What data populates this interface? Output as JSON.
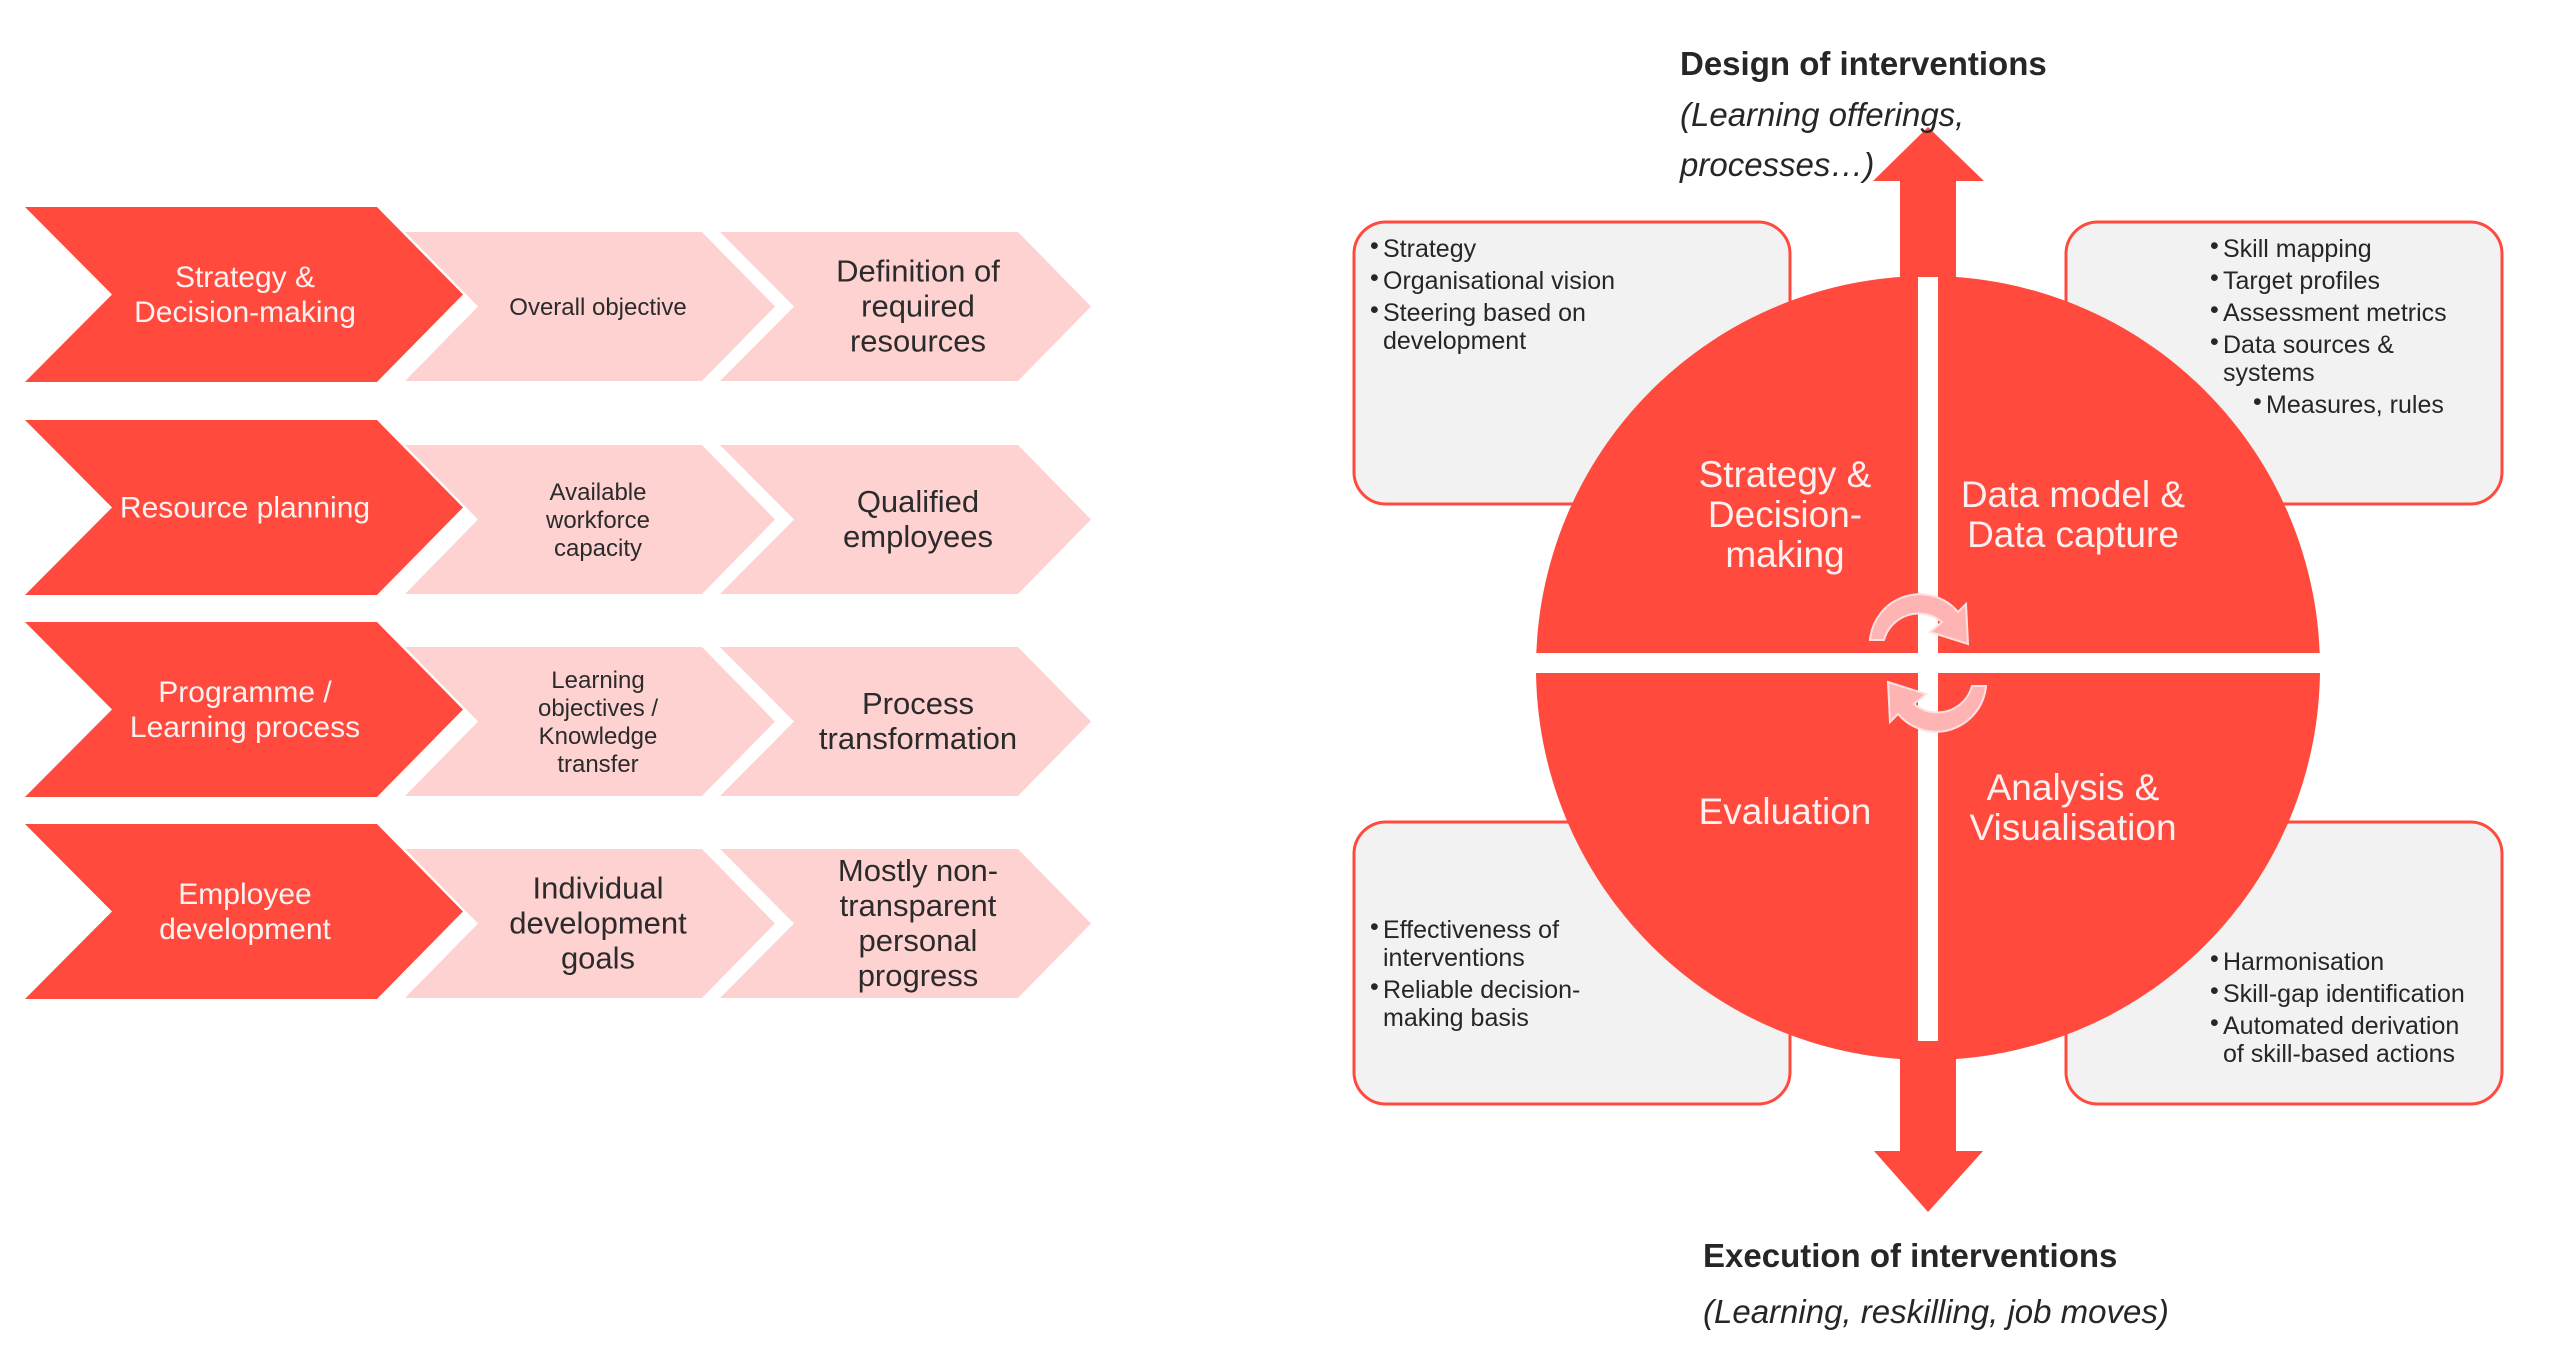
{
  "colors": {
    "accent_red": "#ff4a3d",
    "light_pink": "#ffd2d2",
    "cycle_arrow": "#ffb4b4",
    "box_fill": "#f2f2f2",
    "text_dark": "#262626",
    "text_light": "#fdf2f2"
  },
  "process_rows": [
    {
      "category": [
        "Strategy &",
        "Decision-making"
      ],
      "step1": {
        "lines": [
          "Overall objective"
        ],
        "size": "small"
      },
      "step2": {
        "lines": [
          "Definition of",
          "required",
          "resources"
        ],
        "size": "large"
      }
    },
    {
      "category": [
        "Resource planning"
      ],
      "step1": {
        "lines": [
          "Available",
          "workforce",
          "capacity"
        ],
        "size": "small"
      },
      "step2": {
        "lines": [
          "Qualified",
          "employees"
        ],
        "size": "large"
      }
    },
    {
      "category": [
        "Programme /",
        "Learning process"
      ],
      "step1": {
        "lines": [
          "Learning",
          "objectives /",
          "Knowledge",
          "transfer"
        ],
        "size": "small"
      },
      "step2": {
        "lines": [
          "Process",
          "transformation"
        ],
        "size": "large"
      }
    },
    {
      "category": [
        "Employee",
        "development"
      ],
      "step1": {
        "lines": [
          "Individual",
          "development",
          "goals"
        ],
        "size": "large"
      },
      "step2": {
        "lines": [
          "Mostly non-",
          "transparent",
          "personal",
          "progress"
        ],
        "size": "large"
      }
    }
  ],
  "cycle": {
    "top_label": {
      "title": "Design of interventions",
      "subtitle_lines": [
        "(Learning offerings,",
        "processes…)"
      ]
    },
    "bottom_label": {
      "title": "Execution of interventions",
      "subtitle_lines": [
        "(Learning, reskilling, job moves)"
      ]
    },
    "quadrants": {
      "top_left": [
        "Strategy &",
        "Decision-",
        "making"
      ],
      "top_right": [
        "Data model &",
        "Data capture"
      ],
      "bottom_left": [
        "Evaluation"
      ],
      "bottom_right": [
        "Analysis &",
        "Visualisation"
      ]
    },
    "boxes": {
      "top_left": [
        {
          "text": "Strategy",
          "level": 1
        },
        {
          "text": "Organisational vision",
          "level": 1
        },
        {
          "text": "Steering based on",
          "level": 1
        },
        {
          "text": "development",
          "level": 1,
          "continuation": true
        }
      ],
      "top_right": [
        {
          "text": "Skill mapping",
          "level": 1
        },
        {
          "text": "Target profiles",
          "level": 1
        },
        {
          "text": "Assessment metrics",
          "level": 1
        },
        {
          "text": "Data sources &",
          "level": 1
        },
        {
          "text": "systems",
          "level": 1,
          "continuation": true
        },
        {
          "text": "Measures, rules",
          "level": 2
        }
      ],
      "bottom_left": [
        {
          "text": "Effectiveness of",
          "level": 1
        },
        {
          "text": "interventions",
          "level": 1,
          "continuation": true
        },
        {
          "text": "Reliable decision-",
          "level": 1
        },
        {
          "text": "making basis",
          "level": 1,
          "continuation": true
        }
      ],
      "bottom_right": [
        {
          "text": "Harmonisation",
          "level": 1
        },
        {
          "text": "Skill-gap identification",
          "level": 1
        },
        {
          "text": "Automated derivation",
          "level": 1
        },
        {
          "text": "of skill-based actions",
          "level": 1,
          "continuation": true
        }
      ]
    }
  }
}
